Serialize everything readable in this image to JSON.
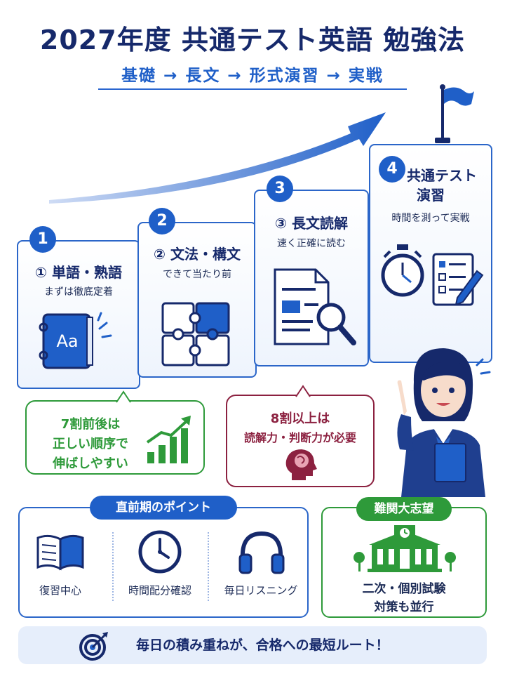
{
  "header": {
    "title": "2027年度 共通テスト英語 勉強法",
    "subtitle": "基礎 → 長文 → 形式演習 → 実戦"
  },
  "steps": [
    {
      "number": "1",
      "title": "① 単語・熟語",
      "subtitle": "まずは徹底定着",
      "icon": "dictionary-icon",
      "icon_text": "Aa"
    },
    {
      "number": "2",
      "title": "② 文法・構文",
      "subtitle": "できて当たり前",
      "icon": "puzzle-icon"
    },
    {
      "number": "3",
      "title": "③ 長文読解",
      "subtitle": "速く正確に読む",
      "icon": "document-magnifier-icon"
    },
    {
      "number": "4",
      "title_line1": "共通テスト",
      "title_line2": "演習",
      "subtitle": "時間を測って実戦",
      "icon": "stopwatch-checklist-icon"
    }
  ],
  "callouts": {
    "left": {
      "line1": "7割前後は",
      "line2": "正しい順序で",
      "line3": "伸ばしやすい",
      "icon": "growth-chart-icon"
    },
    "right": {
      "line1": "8割以上は",
      "line2": "読解力・判断力が必要",
      "icon": "brain-head-icon"
    }
  },
  "points": {
    "header": "直前期のポイント",
    "items": [
      {
        "label": "復習中心",
        "icon": "open-book-icon"
      },
      {
        "label": "時間配分確認",
        "icon": "clock-icon"
      },
      {
        "label": "毎日リスニング",
        "icon": "headphones-icon"
      }
    ]
  },
  "advanced": {
    "header": "難関大志望",
    "line1": "二次・個別試験",
    "line2": "対策も並行",
    "icon": "university-building-icon"
  },
  "footer": {
    "text": "毎日の積み重ねが、合格への最短ルート！",
    "icon": "target-icon"
  },
  "colors": {
    "navy": "#16296b",
    "blue": "#1f5fc8",
    "green": "#2e9a3a",
    "crimson": "#8c2140",
    "light_blue_bg": "#e6eefb"
  }
}
